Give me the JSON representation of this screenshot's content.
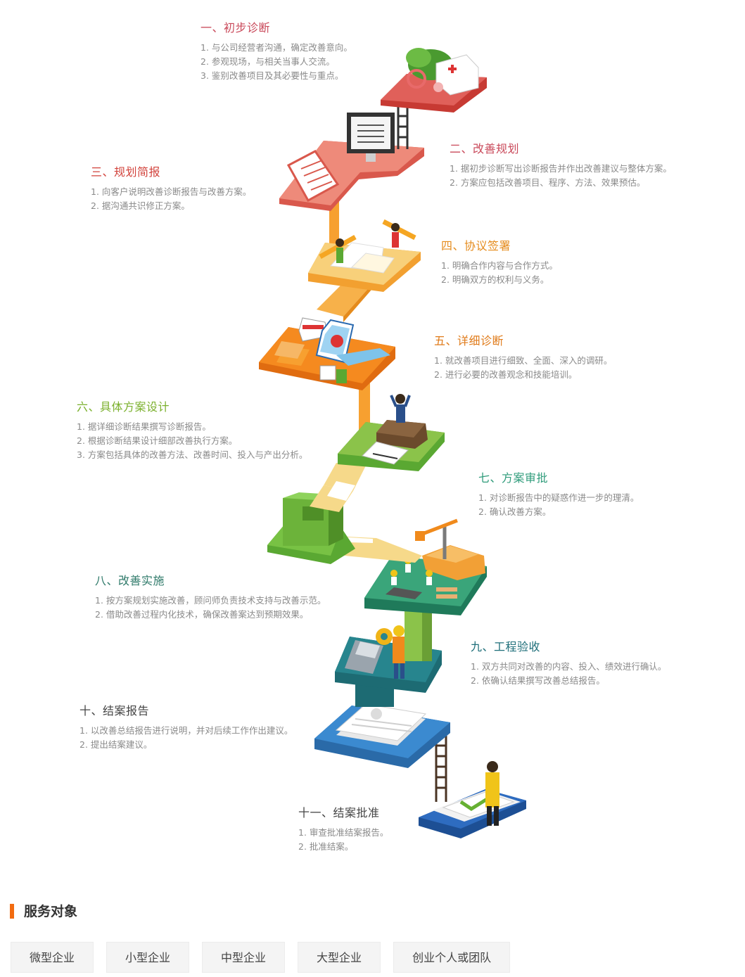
{
  "steps": [
    {
      "title": "一、初步诊断",
      "color": "#c9495a",
      "items": [
        "与公司经营者沟通，确定改善意向。",
        "参观现场，与相关当事人交流。",
        "鉴别改善项目及其必要性与重点。"
      ]
    },
    {
      "title": "二、改善规划",
      "color": "#c9495a",
      "items": [
        "据初步诊断写出诊断报告并作出改善建议与整体方案。",
        "方案应包括改善项目、程序、方法、效果预估。"
      ]
    },
    {
      "title": "三、规划简报",
      "color": "#d2433c",
      "items": [
        "向客户说明改善诊断报告与改善方案。",
        "据沟通共识修正方案。"
      ]
    },
    {
      "title": "四、协议签署",
      "color": "#e58b1c",
      "items": [
        "明确合作内容与合作方式。",
        "明确双方的权利与义务。"
      ]
    },
    {
      "title": "五、详细诊断",
      "color": "#e07b1a",
      "items": [
        "就改善项目进行细致、全面、深入的调研。",
        "进行必要的改善观念和技能培训。"
      ]
    },
    {
      "title": "六、具体方案设计",
      "color": "#7bb02d",
      "items": [
        "据详细诊断结果撰写诊断报告。",
        "根据诊断结果设计细部改善执行方案。",
        "方案包括具体的改善方法、改善时间、投入与产出分析。"
      ]
    },
    {
      "title": "七、方案审批",
      "color": "#2e9b7a",
      "items": [
        "对诊断报告中的疑惑作进一步的理清。",
        "确认改善方案。"
      ]
    },
    {
      "title": "八、改善实施",
      "color": "#2f7a6a",
      "items": [
        "按方案规划实施改善，顾问师负责技术支持与改善示范。",
        "借助改善过程内化技术，确保改善案达到预期效果。"
      ]
    },
    {
      "title": "九、工程验收",
      "color": "#1f6f7a",
      "items": [
        "双方共同对改善的内容、投入、绩效进行确认。",
        "依确认结果撰写改善总结报告。"
      ]
    },
    {
      "title": "十、结案报告",
      "color": "#444444",
      "items": [
        "以改善总结报告进行说明，并对后续工作作出建议。",
        "提出结案建议。"
      ]
    },
    {
      "title": "十一、结案批准",
      "color": "#444444",
      "items": [
        "审查批准结案报告。",
        "批准结案。"
      ]
    }
  ],
  "section": {
    "title": "服务对象"
  },
  "tags": [
    "微型企业",
    "小型企业",
    "中型企业",
    "大型企业",
    "创业个人或团队"
  ],
  "colors": {
    "accent": "#f26b10"
  }
}
